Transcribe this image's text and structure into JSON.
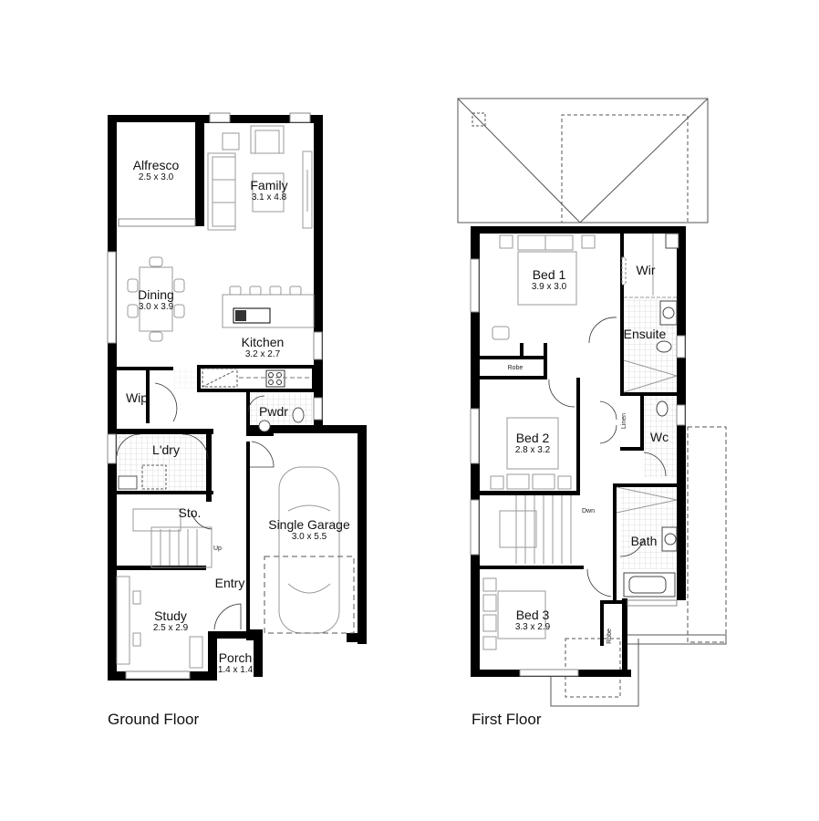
{
  "ground_floor": {
    "title": "Ground Floor",
    "rooms": [
      {
        "id": "alfresco",
        "name": "Alfresco",
        "dims": "2.5 x 3.0"
      },
      {
        "id": "family",
        "name": "Family",
        "dims": "3.1 x 4.8"
      },
      {
        "id": "dining",
        "name": "Dining",
        "dims": "3.0 x 3.9"
      },
      {
        "id": "kitchen",
        "name": "Kitchen",
        "dims": "3.2 x 2.7"
      },
      {
        "id": "wip",
        "name": "Wip",
        "dims": ""
      },
      {
        "id": "pwdr",
        "name": "Pwdr",
        "dims": ""
      },
      {
        "id": "ldry",
        "name": "L'dry",
        "dims": ""
      },
      {
        "id": "sto",
        "name": "Sto.",
        "dims": ""
      },
      {
        "id": "garage",
        "name": "Single Garage",
        "dims": "3.0 x 5.5"
      },
      {
        "id": "entry",
        "name": "Entry",
        "dims": ""
      },
      {
        "id": "study",
        "name": "Study",
        "dims": "2.5 x 2.9"
      },
      {
        "id": "porch",
        "name": "Porch",
        "dims": "1.4 x 1.4"
      }
    ],
    "annotations": {
      "stair": "Up"
    }
  },
  "first_floor": {
    "title": "First Floor",
    "rooms": [
      {
        "id": "bed1",
        "name": "Bed 1",
        "dims": "3.9 x 3.0"
      },
      {
        "id": "wir",
        "name": "Wir",
        "dims": ""
      },
      {
        "id": "ensuite",
        "name": "Ensuite",
        "dims": ""
      },
      {
        "id": "bed2",
        "name": "Bed 2",
        "dims": "2.8 x 3.2"
      },
      {
        "id": "wc",
        "name": "Wc",
        "dims": ""
      },
      {
        "id": "bath",
        "name": "Bath",
        "dims": ""
      },
      {
        "id": "bed3",
        "name": "Bed 3",
        "dims": "3.3 x 2.9"
      }
    ],
    "annotations": {
      "robe1": "Robe",
      "linen": "Linen",
      "stair": "Dwn",
      "robe2": "Robe"
    }
  },
  "colors": {
    "wall": "#000000",
    "furniture": "#9a9a9a",
    "tile": "#d6d6d6",
    "background": "#ffffff"
  }
}
